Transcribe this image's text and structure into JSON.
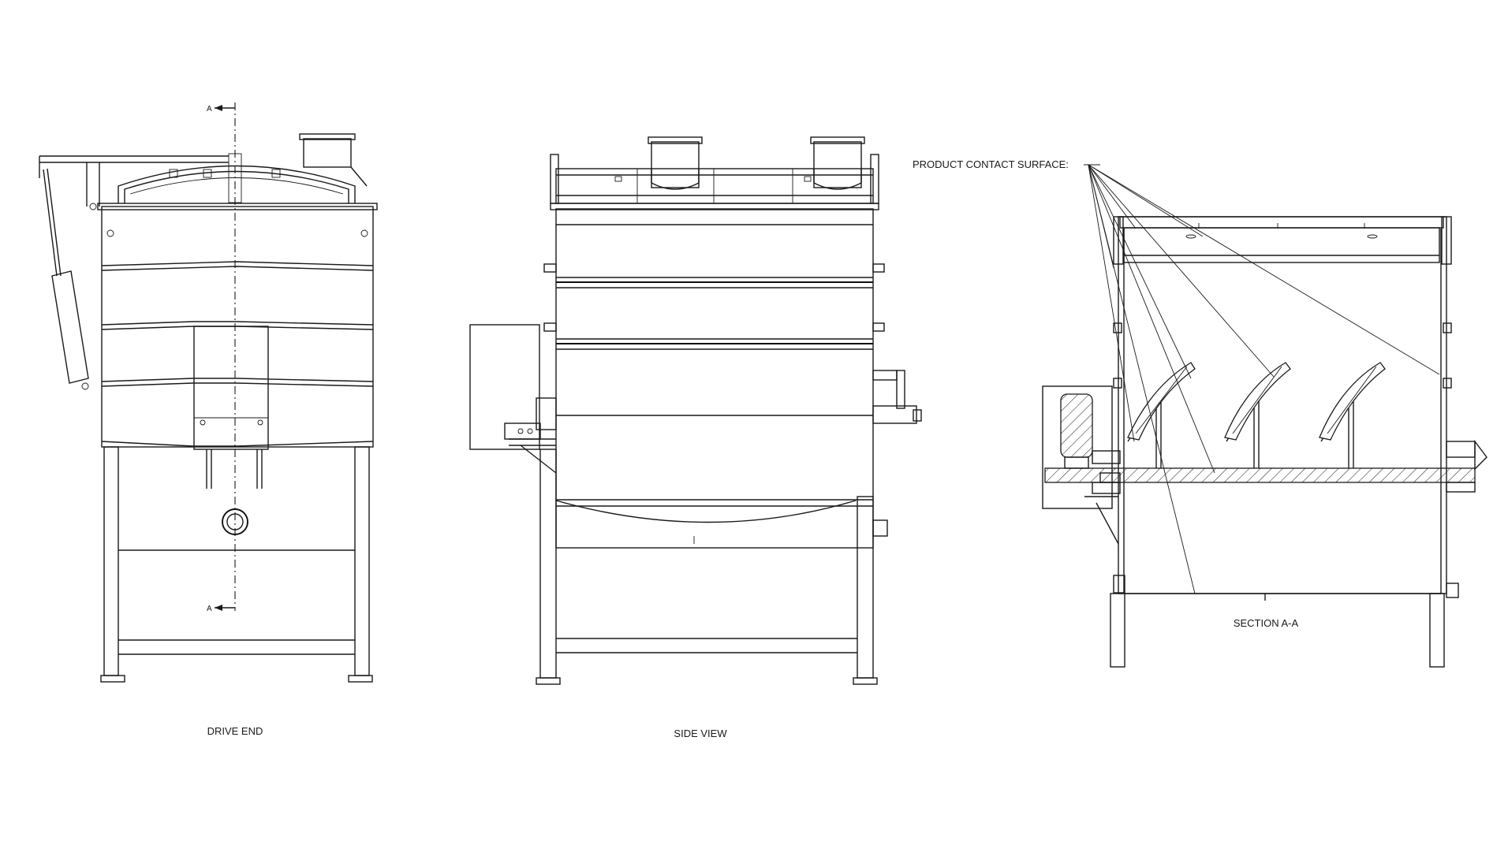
{
  "labels": {
    "drive_end": "DRIVE END",
    "side_view": "SIDE VIEW",
    "section_aa": "SECTION A-A",
    "product_contact": "PRODUCT CONTACT SURFACE:",
    "section_mark_top": "A",
    "section_mark_bottom": "A"
  },
  "colors": {
    "line": "#1a1a1a",
    "background": "#ffffff"
  }
}
